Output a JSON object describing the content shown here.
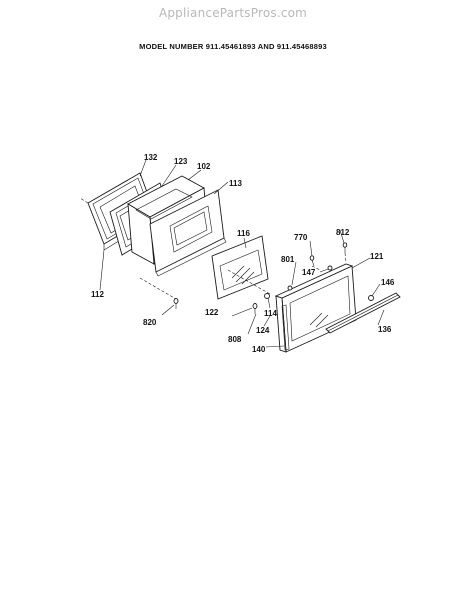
{
  "watermark": "AppliancePartsPros.com",
  "header": {
    "model_title": "MODEL NUMBER 911.45461893 AND 911.45468893"
  },
  "callouts": {
    "c132": "132",
    "c123": "123",
    "c102": "102",
    "c113": "113",
    "c112": "112",
    "c116": "116",
    "c770": "770",
    "c812": "812",
    "c801": "801",
    "c121": "121",
    "c147": "147",
    "c146": "146",
    "c820": "820",
    "c122": "122",
    "c114": "114",
    "c124": "124",
    "c808": "808",
    "c136": "136",
    "c140": "140"
  }
}
